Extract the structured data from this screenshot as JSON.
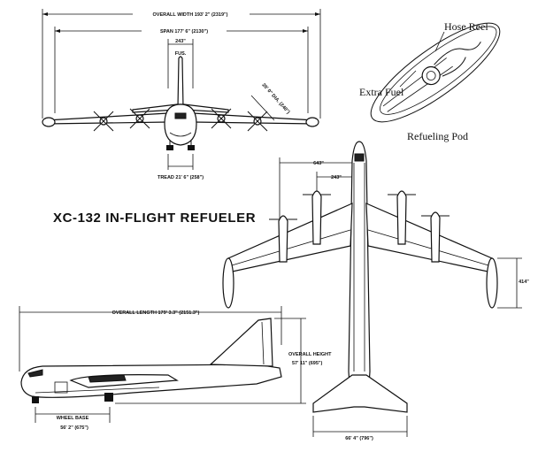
{
  "title": "XC-132 IN-FLIGHT REFUELER",
  "front_view": {
    "overall_width": "OVERALL WIDTH 193' 2\" (2319\")",
    "span": "SPAN 177' 6\" (2130\")",
    "fuselage_width": "243\"",
    "fuselage_label": "FUS.",
    "prop_diameter": "20' 0\" DIA. (240\")",
    "tread": "TREAD 21' 6\" (258\")"
  },
  "refueling_pod": {
    "caption": "Refueling Pod",
    "hose_reel": "Hose Reel",
    "extra_fuel": "Extra Fuel"
  },
  "top_view": {
    "dim_a": "643\"",
    "dim_b": "243\"",
    "dim_c": "414\"",
    "tail_span": "66' 4\" (796\")"
  },
  "side_view": {
    "overall_length": "OVERALL LENGTH 179' 3.3\" (2151.3\")",
    "overall_height_label": "OVERALL HEIGHT",
    "overall_height_value": "57' 11\" (695\")",
    "wheel_base_label": "WHEEL BASE",
    "wheel_base_value": "56' 2\" (675\")"
  }
}
